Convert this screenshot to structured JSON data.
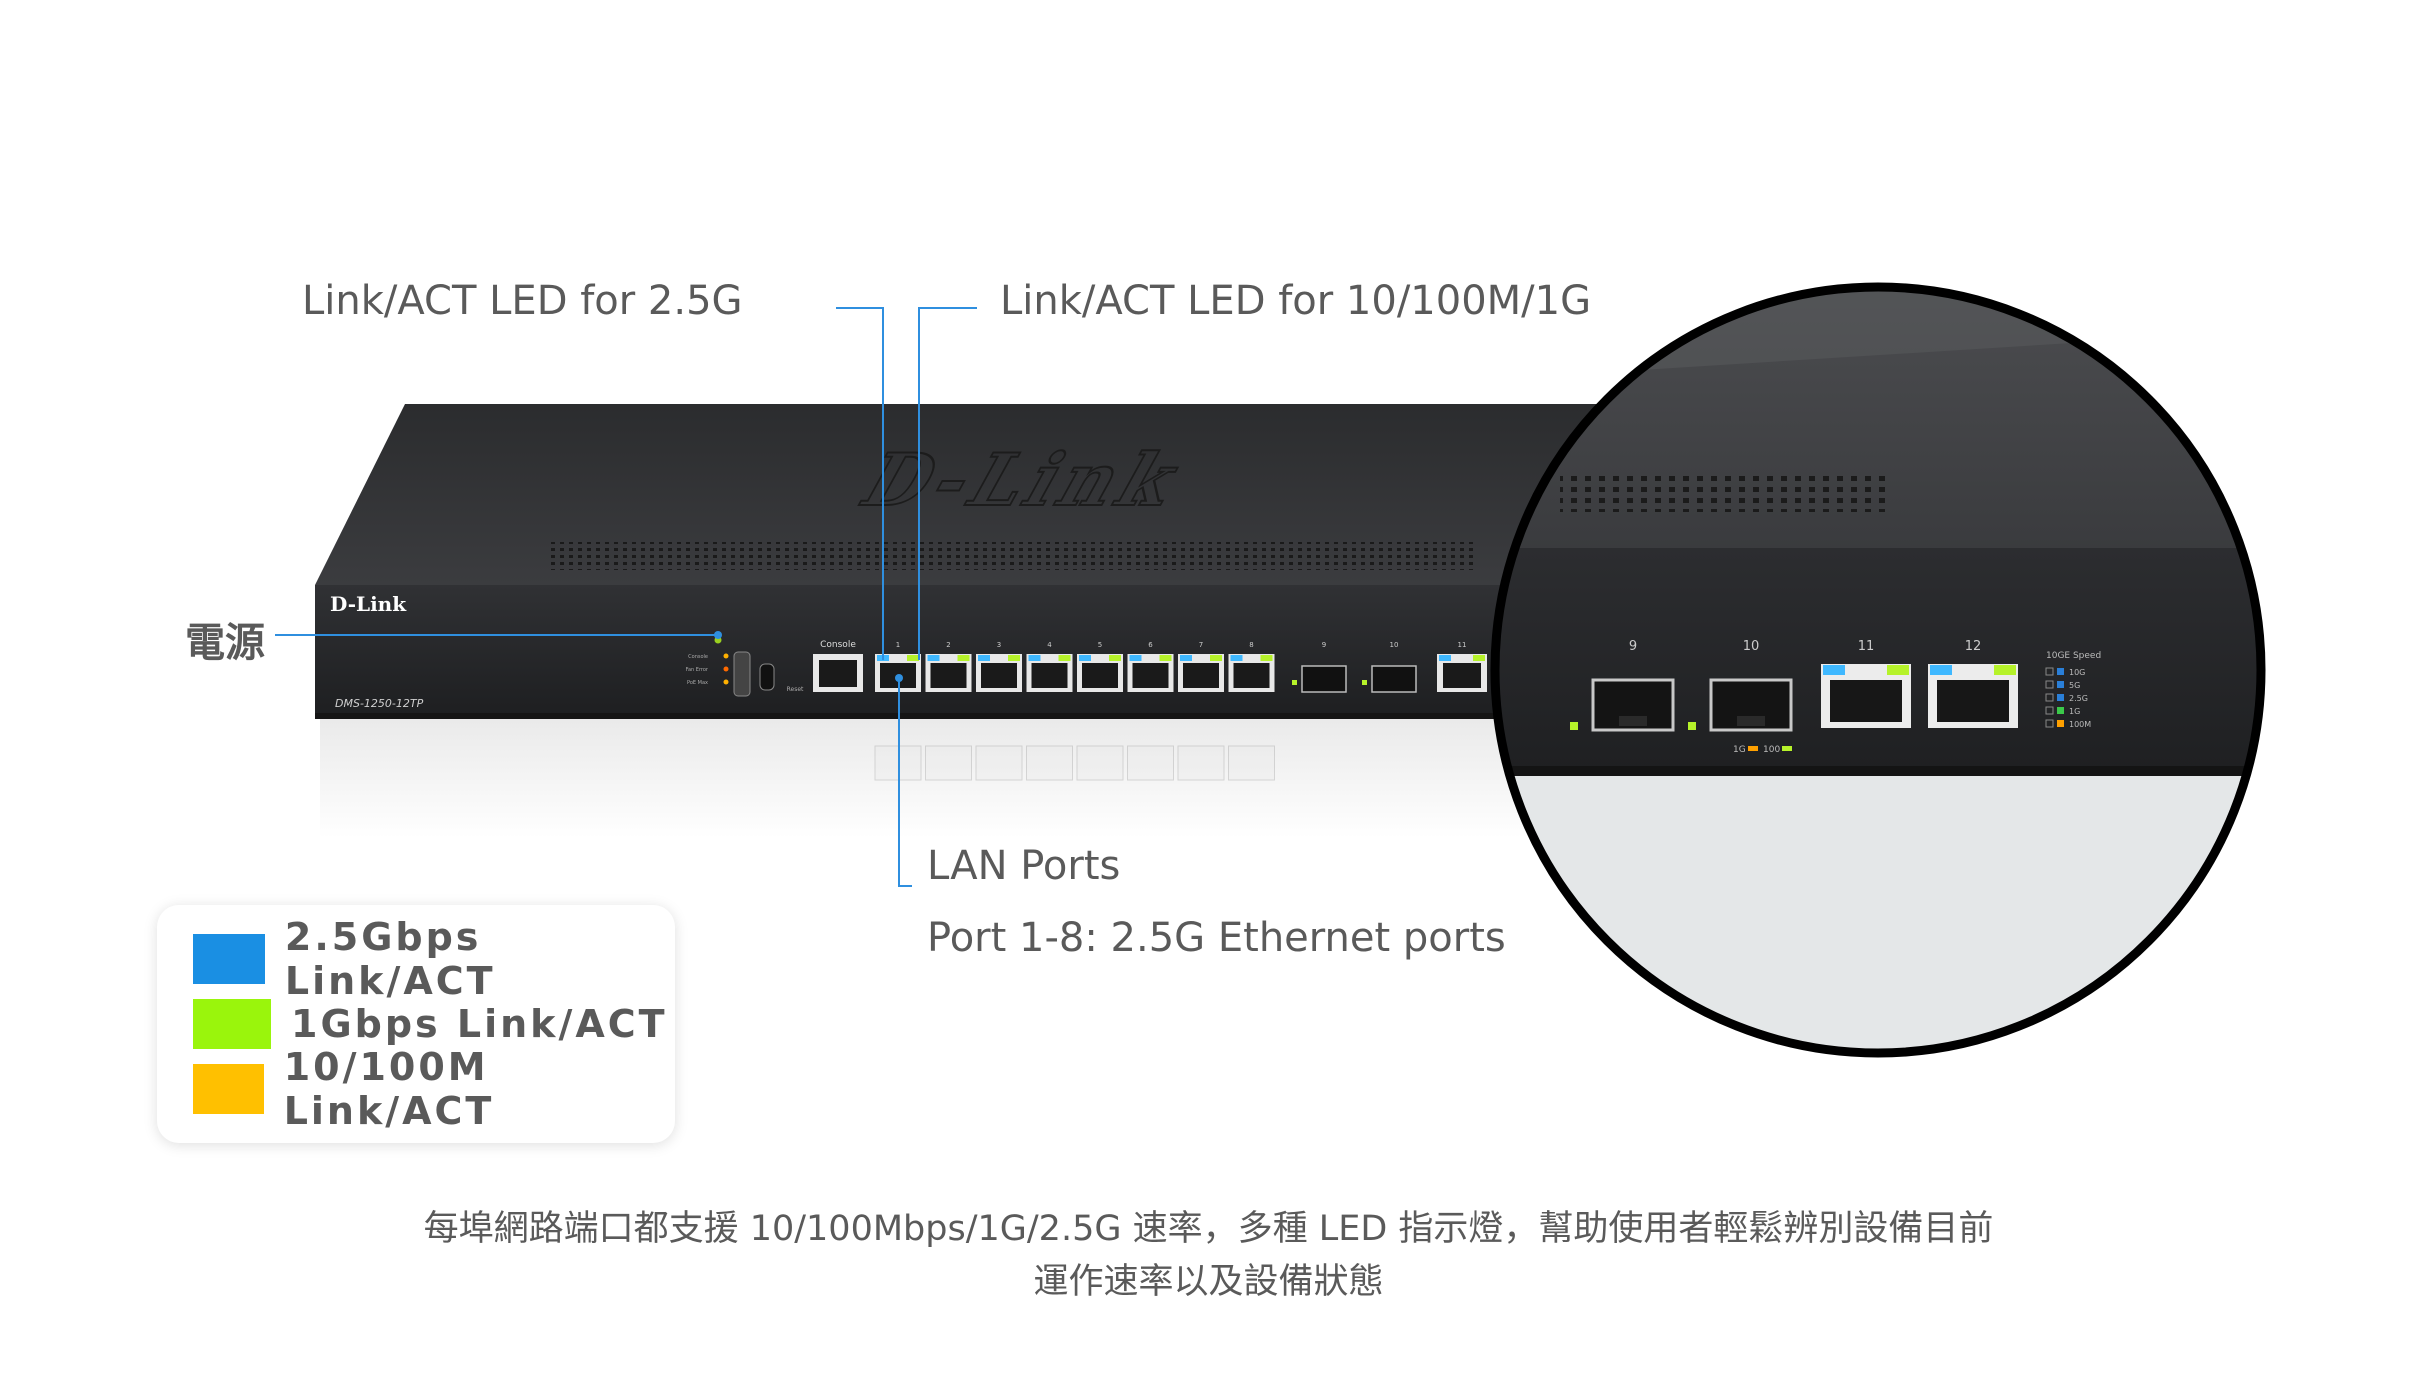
{
  "callouts": {
    "led_25g": "Link/ACT LED for 2.5G",
    "led_1g": "Link/ACT LED for 10/100M/1G",
    "power": "電源",
    "lan_ports_title": "LAN Ports",
    "lan_ports_desc": "Port 1-8: 2.5G Ethernet ports"
  },
  "device": {
    "brand_top": "D-Link",
    "brand_front": "D-Link",
    "model": "DMS-1250-12TP",
    "console_label": "Console",
    "reset_label": "Reset",
    "status_labels": [
      "Console",
      "Fan Error",
      "PoE Max"
    ],
    "port_numbers": [
      "1",
      "2",
      "3",
      "4",
      "5",
      "6",
      "7",
      "8",
      "9",
      "10",
      "11"
    ]
  },
  "zoom": {
    "port_numbers": [
      "9",
      "10",
      "11",
      "12"
    ],
    "speed_title": "10GE Speed",
    "speed_items": [
      "10G",
      "5G",
      "2.5G",
      "1G",
      "100M"
    ],
    "sfp_legend": [
      "1G",
      "100"
    ]
  },
  "legend": {
    "items": [
      {
        "label": "2.5Gbps Link/ACT",
        "color": "#1a8fe3"
      },
      {
        "label": "1Gbps Link/ACT",
        "color": "#9af50c"
      },
      {
        "label": "10/100M Link/ACT",
        "color": "#ffc000"
      }
    ]
  },
  "caption": {
    "line1": "每埠網路端口都支援 10/100Mbps/1G/2.5G 速率，多種 LED 指示燈，幫助使用者輕鬆辨別設備目前",
    "line2": "運作速率以及設備狀態"
  },
  "colors": {
    "text": "#5a5a5a",
    "callout_line": "#2f8fdf",
    "led_blue": "#3fb8ff",
    "led_green": "#b6f22a",
    "chassis": "#2a2b2d"
  }
}
